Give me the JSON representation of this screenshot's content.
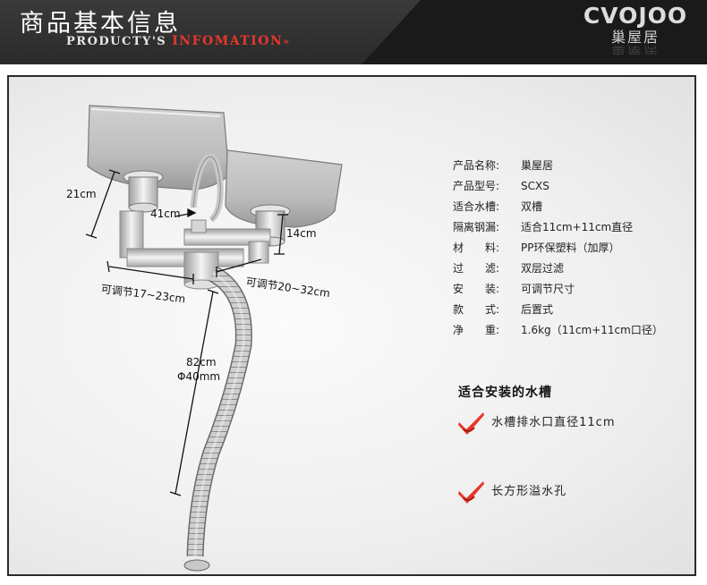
{
  "header": {
    "title": "商品基本信息",
    "subtitle_prefix": "PRODUCTY'S ",
    "subtitle_highlight": "INFOMATION",
    "subtitle_arrows": "»",
    "brand_logo": "CVOJOO",
    "brand_cn": "巢屋居"
  },
  "diagram": {
    "dim_21cm": "21cm",
    "dim_41cm": "41cm",
    "dim_14cm": "14cm",
    "dim_adjust_left": "可调节17~23cm",
    "dim_adjust_right": "可调节20~32cm",
    "dim_hose_length": "82cm",
    "dim_hose_diameter": "Φ40mm"
  },
  "specs": [
    {
      "key": "产品名称:",
      "value": "巢屋居"
    },
    {
      "key": "产品型号:",
      "value": "SCXS"
    },
    {
      "key": "适合水槽:",
      "value": "双槽"
    },
    {
      "key": "隔离钢漏:",
      "value": "适合11cm+11cm直径"
    },
    {
      "key": "材　　料:",
      "value": "PP环保塑料（加厚）"
    },
    {
      "key": "过　　滤:",
      "value": "双层过滤"
    },
    {
      "key": "安　　装:",
      "value": "可调节尺寸"
    },
    {
      "key": "款　　式:",
      "value": "后置式"
    },
    {
      "key": "净　　重:",
      "value": "1.6kg（11cm+11cm口径）"
    }
  ],
  "section_title": "适合安装的水槽",
  "features": [
    {
      "label": "水槽排水口直径11cm",
      "icon": "checkmark-icon"
    },
    {
      "label": "长方形溢水孔",
      "icon": "checkmark-icon"
    }
  ],
  "colors": {
    "header_bg": "#1a1a1a",
    "accent_red": "#e8362b",
    "frame_border": "#2b2b2b"
  }
}
